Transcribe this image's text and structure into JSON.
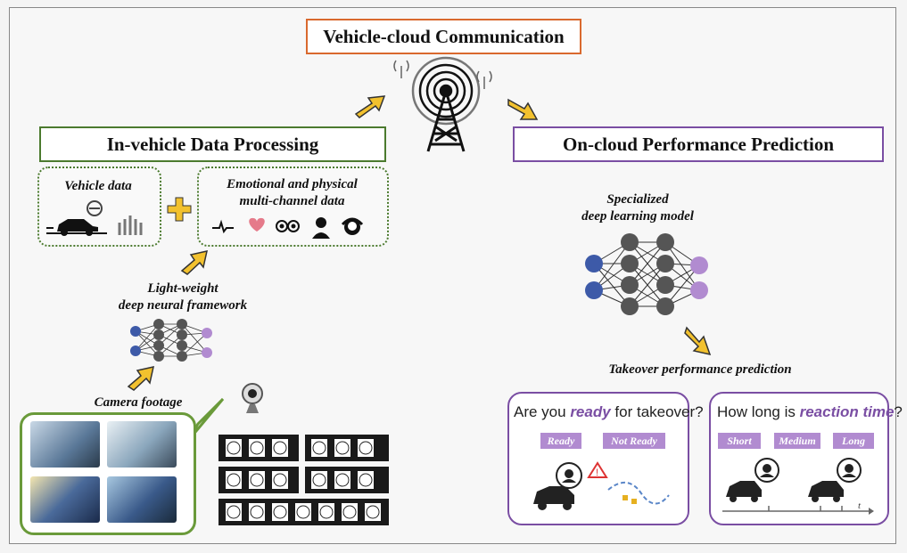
{
  "titles": {
    "top": "Vehicle-cloud Communication",
    "left": "In-vehicle Data Processing",
    "right": "On-cloud Performance Prediction"
  },
  "left": {
    "vehicle_data": "Vehicle data",
    "emotional_line1": "Emotional and physical",
    "emotional_line2": "multi-channel data",
    "framework_line1": "Light-weight",
    "framework_line2": "deep neural framework",
    "camera": "Camera footage"
  },
  "right": {
    "model_line1": "Specialized",
    "model_line2": "deep learning model",
    "prediction": "Takeover performance prediction",
    "box1": {
      "q_pre": "Are you ",
      "q_em": "ready",
      "q_post": " for takeover?",
      "tags": [
        "Ready",
        "Not Ready"
      ]
    },
    "box2": {
      "q_pre": "How long is ",
      "q_em": "reaction time",
      "q_post": "?",
      "tags": [
        "Short",
        "Medium",
        "Long"
      ],
      "axis_label": "t"
    }
  },
  "colors": {
    "orange": "#d9692e",
    "green": "#4b7a2e",
    "purple": "#7a4ea3",
    "arrow": "#f2c12e",
    "node_blue": "#3d5aa8",
    "node_gray": "#555555",
    "node_purple": "#b18bd0"
  }
}
